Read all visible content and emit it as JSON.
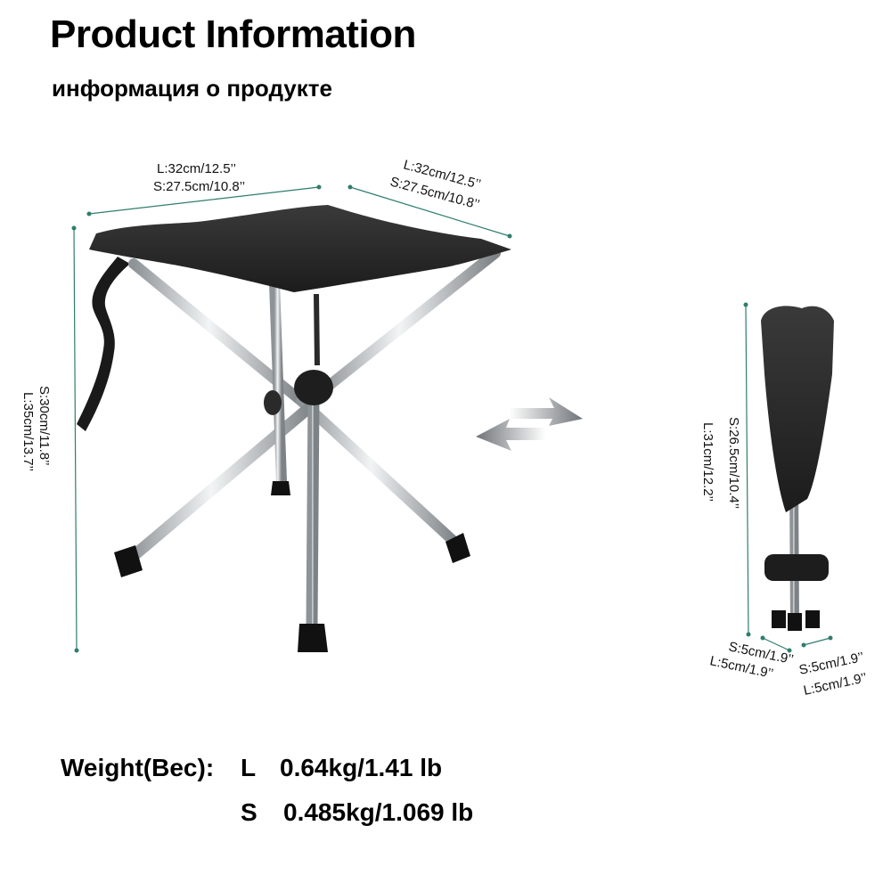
{
  "title": "Product Information",
  "subtitle": "информация о продукте",
  "colors": {
    "accent_line": "#2f7d6d",
    "fabric": "#2a2a2a",
    "metal": "#bfc3c6",
    "foot": "#111111"
  },
  "icons": {
    "swap": "swap-arrows-icon"
  },
  "open_stool": {
    "seat_left": {
      "l": "L:32cm/12.5’’",
      "s": "S:27.5cm/10.8’’"
    },
    "seat_right": {
      "l": "L:32cm/12.5’’",
      "s": "S:27.5cm/10.8’’"
    },
    "height": {
      "s": "S:30cm/11.8’’",
      "l": "L:35cm/13.7’’"
    }
  },
  "folded_stool": {
    "height": {
      "s": "S:26.5cm/10.4’’",
      "l": "L:31cm/12.2’’"
    },
    "base_left": {
      "s": "S:5cm/1.9’’",
      "l": "L:5cm/1.9’’"
    },
    "base_right": {
      "s": "S:5cm/1.9’’",
      "l": "L:5cm/1.9’’"
    }
  },
  "weight": {
    "label": "Weight(Bec):",
    "rows": [
      {
        "size": "L",
        "value": "0.64kg/1.41 lb"
      },
      {
        "size": "S",
        "value": "0.485kg/1.069 lb"
      }
    ]
  }
}
